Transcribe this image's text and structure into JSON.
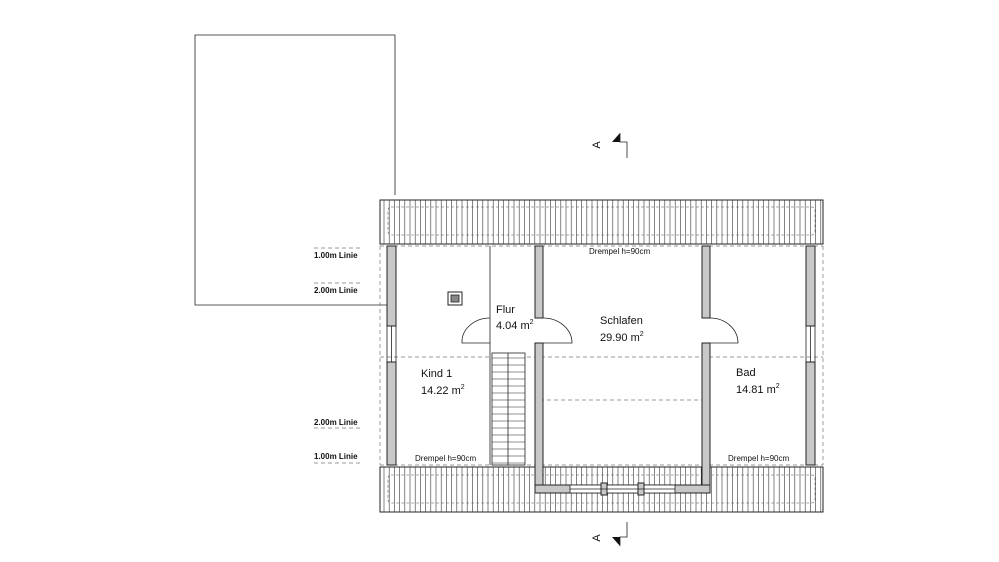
{
  "section_markers": {
    "top": "A",
    "bottom": "A"
  },
  "rooms": [
    {
      "id": "flur",
      "name": "Flur",
      "area": "4.04 m",
      "unit_sup": "2"
    },
    {
      "id": "schlafen",
      "name": "Schlafen",
      "area": "29.90 m",
      "unit_sup": "2"
    },
    {
      "id": "kind1",
      "name": "Kind 1",
      "area": "14.22 m",
      "unit_sup": "2"
    },
    {
      "id": "bad",
      "name": "Bad",
      "area": "14.81 m",
      "unit_sup": "2"
    }
  ],
  "drempel_labels": {
    "top": "Drempel h=90cm",
    "bottom_left": "Drempel h=90cm",
    "bottom_right": "Drempel h=90cm"
  },
  "height_lines": {
    "top_1m": "1.00m Linie",
    "top_2m": "2.00m Linie",
    "bottom_2m": "2.00m Linie",
    "bottom_1m": "1.00m Linie"
  }
}
